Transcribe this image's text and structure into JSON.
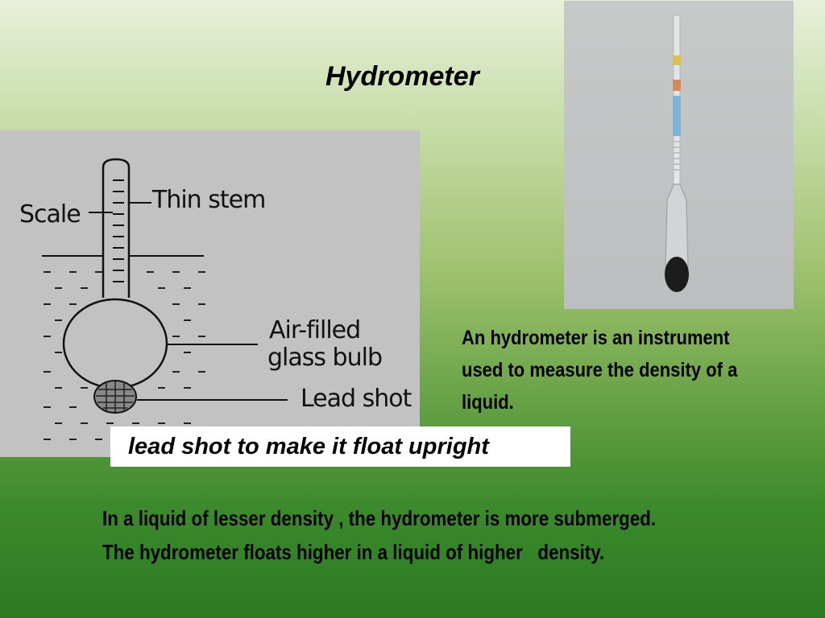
{
  "title": "Hydrometer",
  "diagram": {
    "labels": {
      "scale": "Scale",
      "thin_stem": "Thin stem",
      "air_filled_1": "Air-filled",
      "air_filled_2": "glass bulb",
      "lead_shot": "Lead shot"
    }
  },
  "description": [
    "An hydrometer is an instrument",
    "used to measure the density of a",
    "liquid."
  ],
  "caption": "lead shot to make it float upright",
  "bottom_text": [
    "In a liquid of lesser density , the hydrometer is more submerged.",
    "The hydrometer floats higher in a liquid of higher   density."
  ]
}
